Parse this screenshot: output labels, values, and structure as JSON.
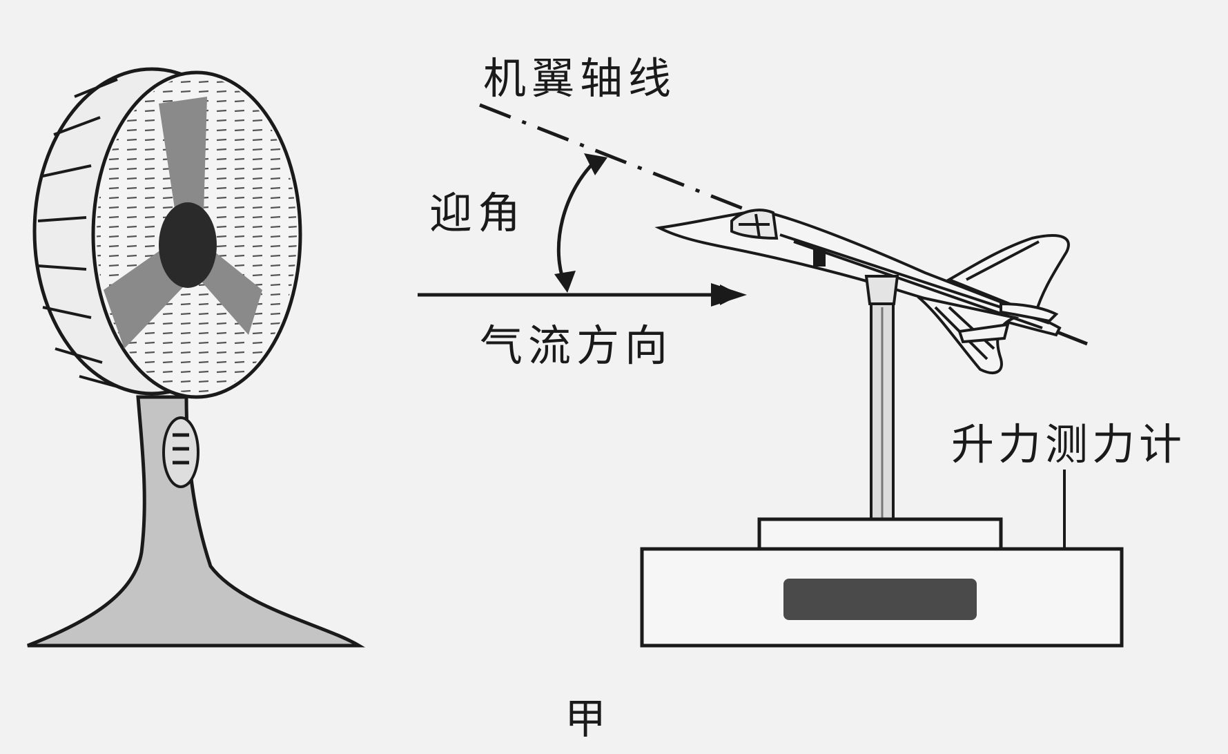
{
  "labels": {
    "wing_axis": "机翼轴线",
    "angle_of_attack": "迎角",
    "airflow_direction": "气流方向",
    "lift_meter": "升力测力计",
    "caption": "甲"
  },
  "colors": {
    "background": "#f2f2f2",
    "ink": "#1a1a1a",
    "fan_blade": "#8a8a8a",
    "fan_hub": "#2a2a2a",
    "fan_stand": "#c4c4c4",
    "meter_display": "#4a4a4a"
  }
}
